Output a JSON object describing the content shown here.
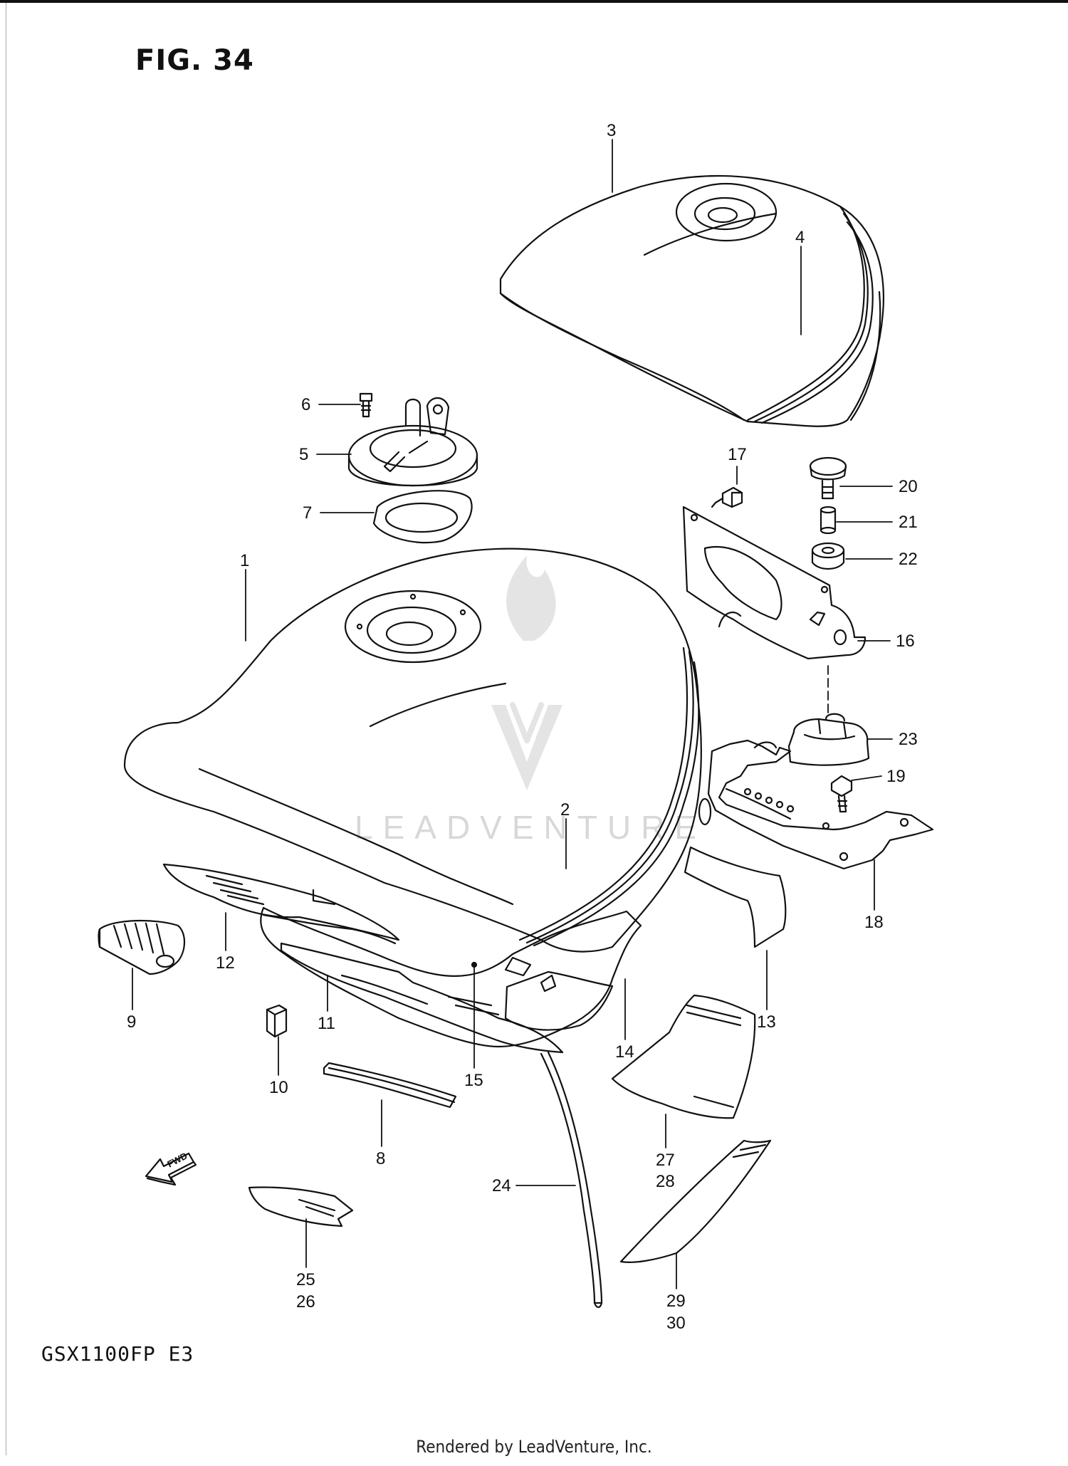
{
  "figure": {
    "title": "FIG. 34",
    "model_code": "GSX1100FP E3",
    "fwd_label": "FWD",
    "watermark": "LEADVENTURE"
  },
  "footer": {
    "text": "Rendered by LeadVenture, Inc."
  },
  "callouts": [
    {
      "id": "1",
      "label": "1"
    },
    {
      "id": "2",
      "label": "2"
    },
    {
      "id": "3",
      "label": "3"
    },
    {
      "id": "4",
      "label": "4"
    },
    {
      "id": "5",
      "label": "5"
    },
    {
      "id": "6",
      "label": "6"
    },
    {
      "id": "7",
      "label": "7"
    },
    {
      "id": "8",
      "label": "8"
    },
    {
      "id": "9",
      "label": "9"
    },
    {
      "id": "10",
      "label": "10"
    },
    {
      "id": "11",
      "label": "11"
    },
    {
      "id": "12",
      "label": "12"
    },
    {
      "id": "13",
      "label": "13"
    },
    {
      "id": "14",
      "label": "14"
    },
    {
      "id": "15",
      "label": "15"
    },
    {
      "id": "16",
      "label": "16"
    },
    {
      "id": "17",
      "label": "17"
    },
    {
      "id": "18",
      "label": "18"
    },
    {
      "id": "19",
      "label": "19"
    },
    {
      "id": "20",
      "label": "20"
    },
    {
      "id": "21",
      "label": "21"
    },
    {
      "id": "22",
      "label": "22"
    },
    {
      "id": "23",
      "label": "23"
    },
    {
      "id": "24",
      "label": "24"
    },
    {
      "id": "25",
      "label": "25"
    },
    {
      "id": "26",
      "label": "26"
    },
    {
      "id": "27",
      "label": "27"
    },
    {
      "id": "28",
      "label": "28"
    },
    {
      "id": "29",
      "label": "29"
    },
    {
      "id": "30",
      "label": "30"
    }
  ]
}
